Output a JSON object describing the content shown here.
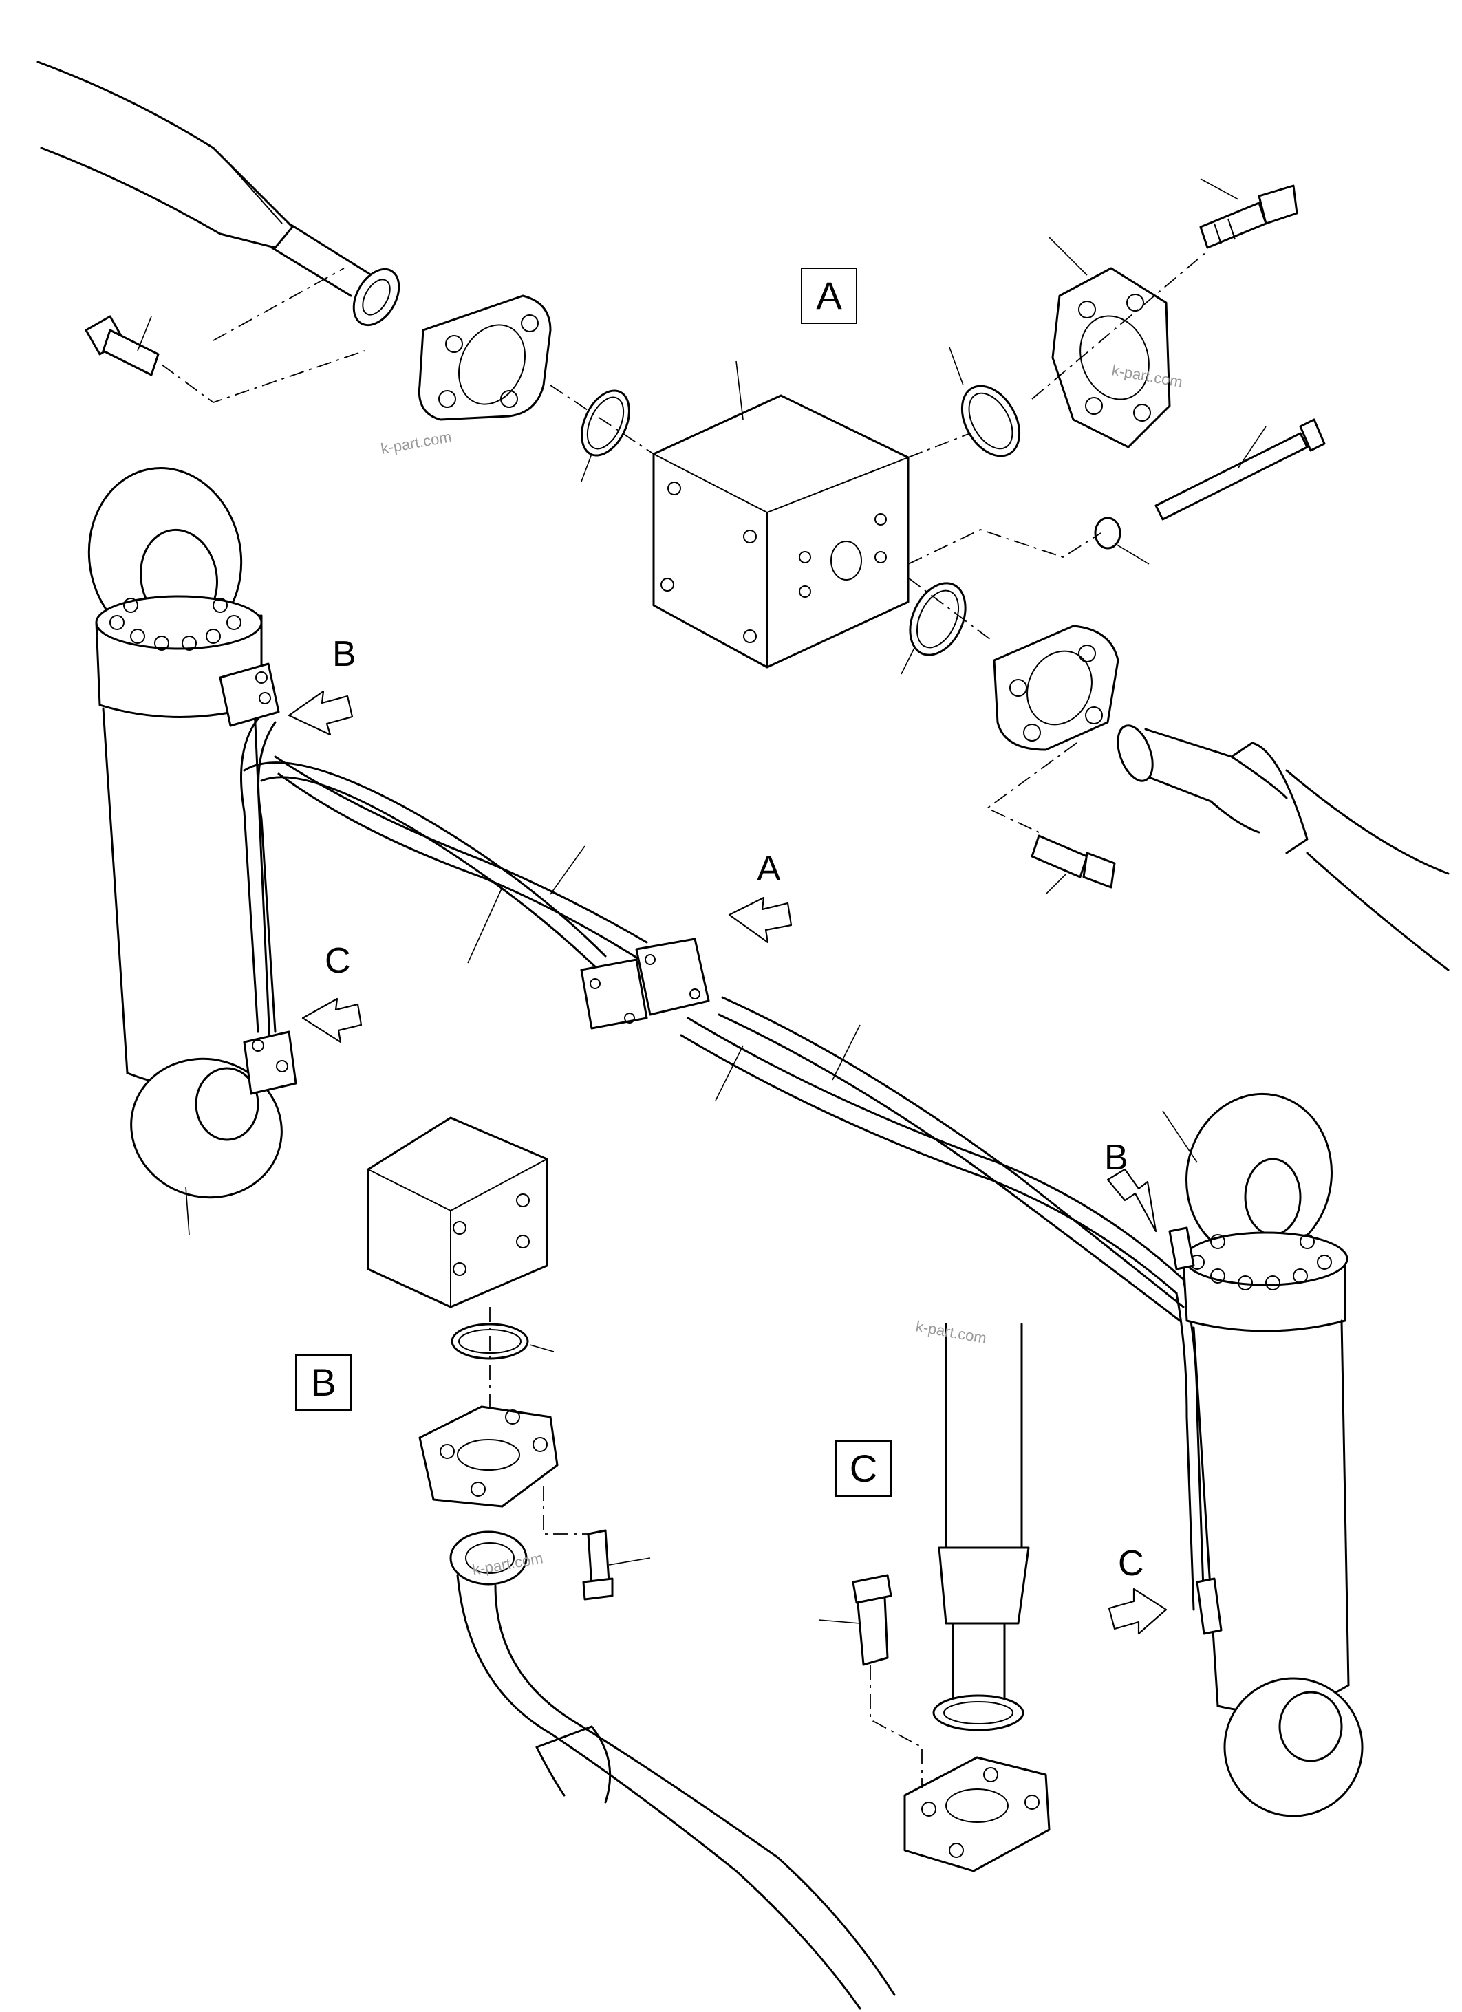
{
  "detail_boxes": {
    "a": "A",
    "b": "B",
    "c": "C"
  },
  "callouts": {
    "a": "A",
    "b_left": "B",
    "b_right": "B",
    "c_left": "C",
    "c_right": "C"
  },
  "watermarks": [
    "k-part.com",
    "k-part.com",
    "k-part.com",
    "k-part.com"
  ]
}
